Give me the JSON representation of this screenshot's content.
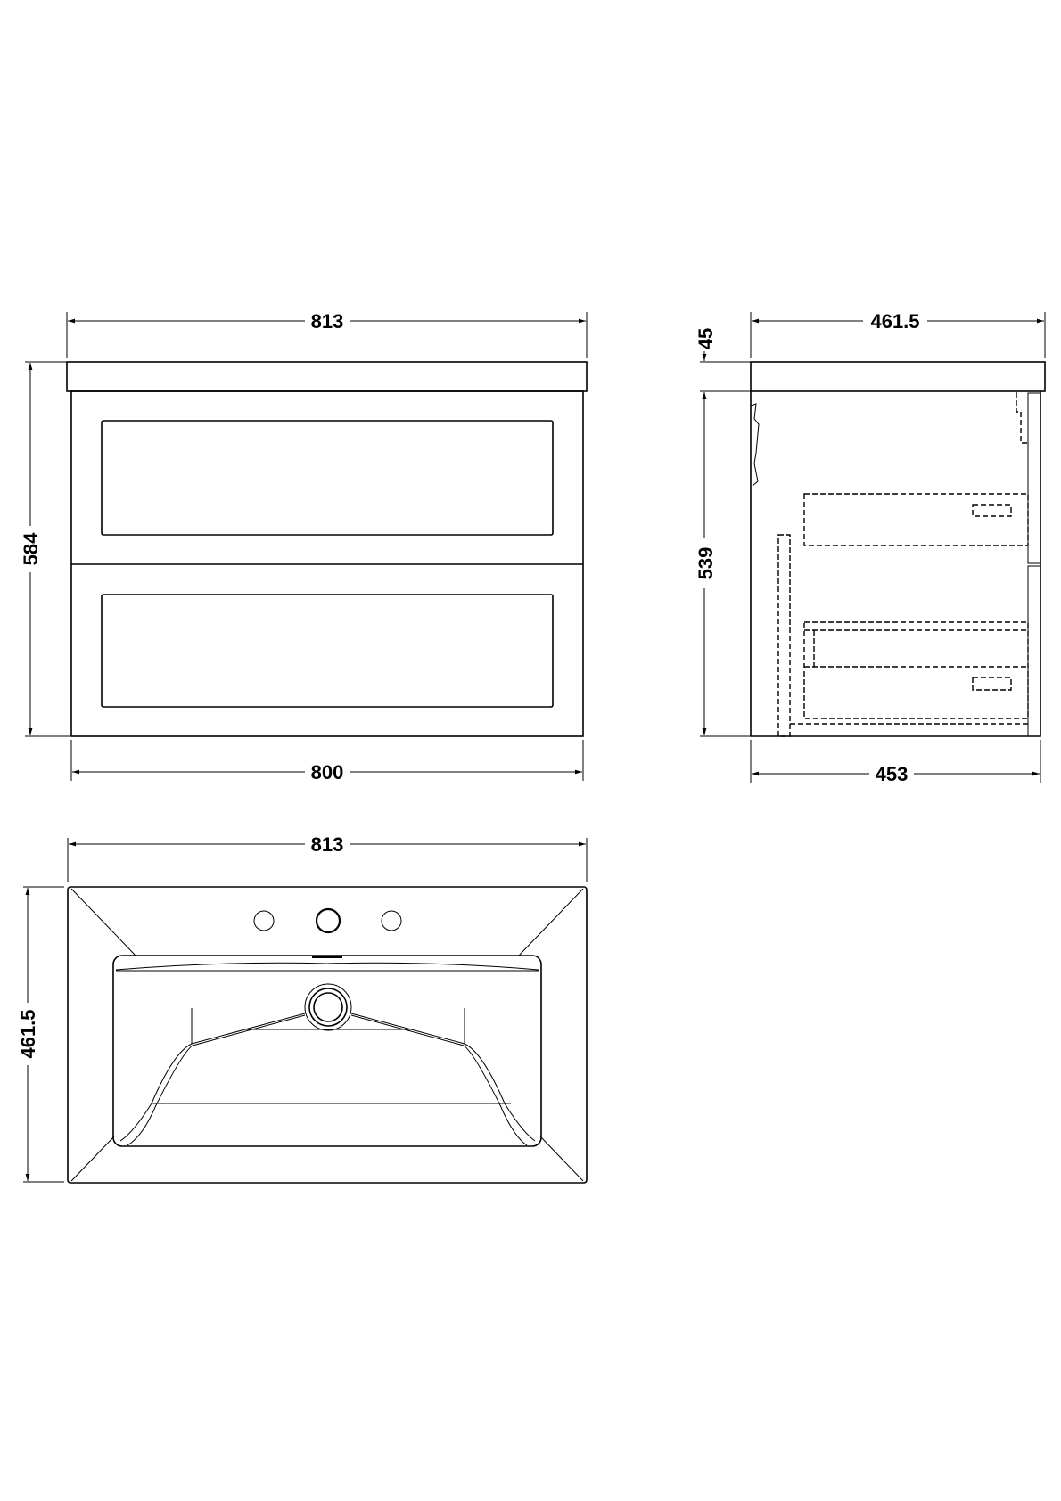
{
  "front_view": {
    "overall_width": "813",
    "cabinet_width": "800",
    "overall_height": "584"
  },
  "side_view": {
    "basin_depth": "461.5",
    "basin_thickness": "45",
    "cabinet_height": "539",
    "cabinet_depth": "453"
  },
  "plan_view": {
    "basin_width": "813",
    "basin_depth": "461.5"
  }
}
